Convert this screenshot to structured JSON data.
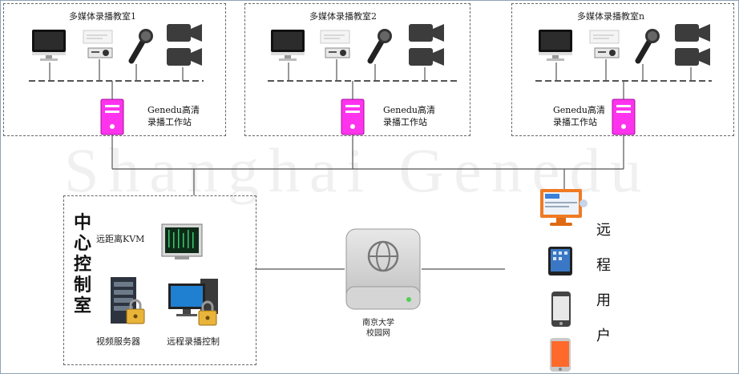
{
  "classrooms": [
    {
      "title": "多媒体录播教室1",
      "workstation_line1": "Genedu高清",
      "workstation_line2": "录播工作站"
    },
    {
      "title": "多媒体录播教室2",
      "workstation_line1": "Genedu高清",
      "workstation_line2": "录播工作站"
    },
    {
      "title": "多媒体录播教室n",
      "workstation_line1": "Genedu高清",
      "workstation_line2": "录播工作站"
    }
  ],
  "watermark": "Shanghai Genedu",
  "center": {
    "title": "中心控制室",
    "kvm_label": "远距离KVM",
    "server_label": "视频服务器",
    "remote_control_label": "远程录播控制"
  },
  "network": {
    "line1": "南京大学",
    "line2": "校园网"
  },
  "remote_users": {
    "label": "远程用户"
  },
  "colors": {
    "workstation": "#ff33ee",
    "border": "#666666",
    "device": "#3c3c3c"
  }
}
